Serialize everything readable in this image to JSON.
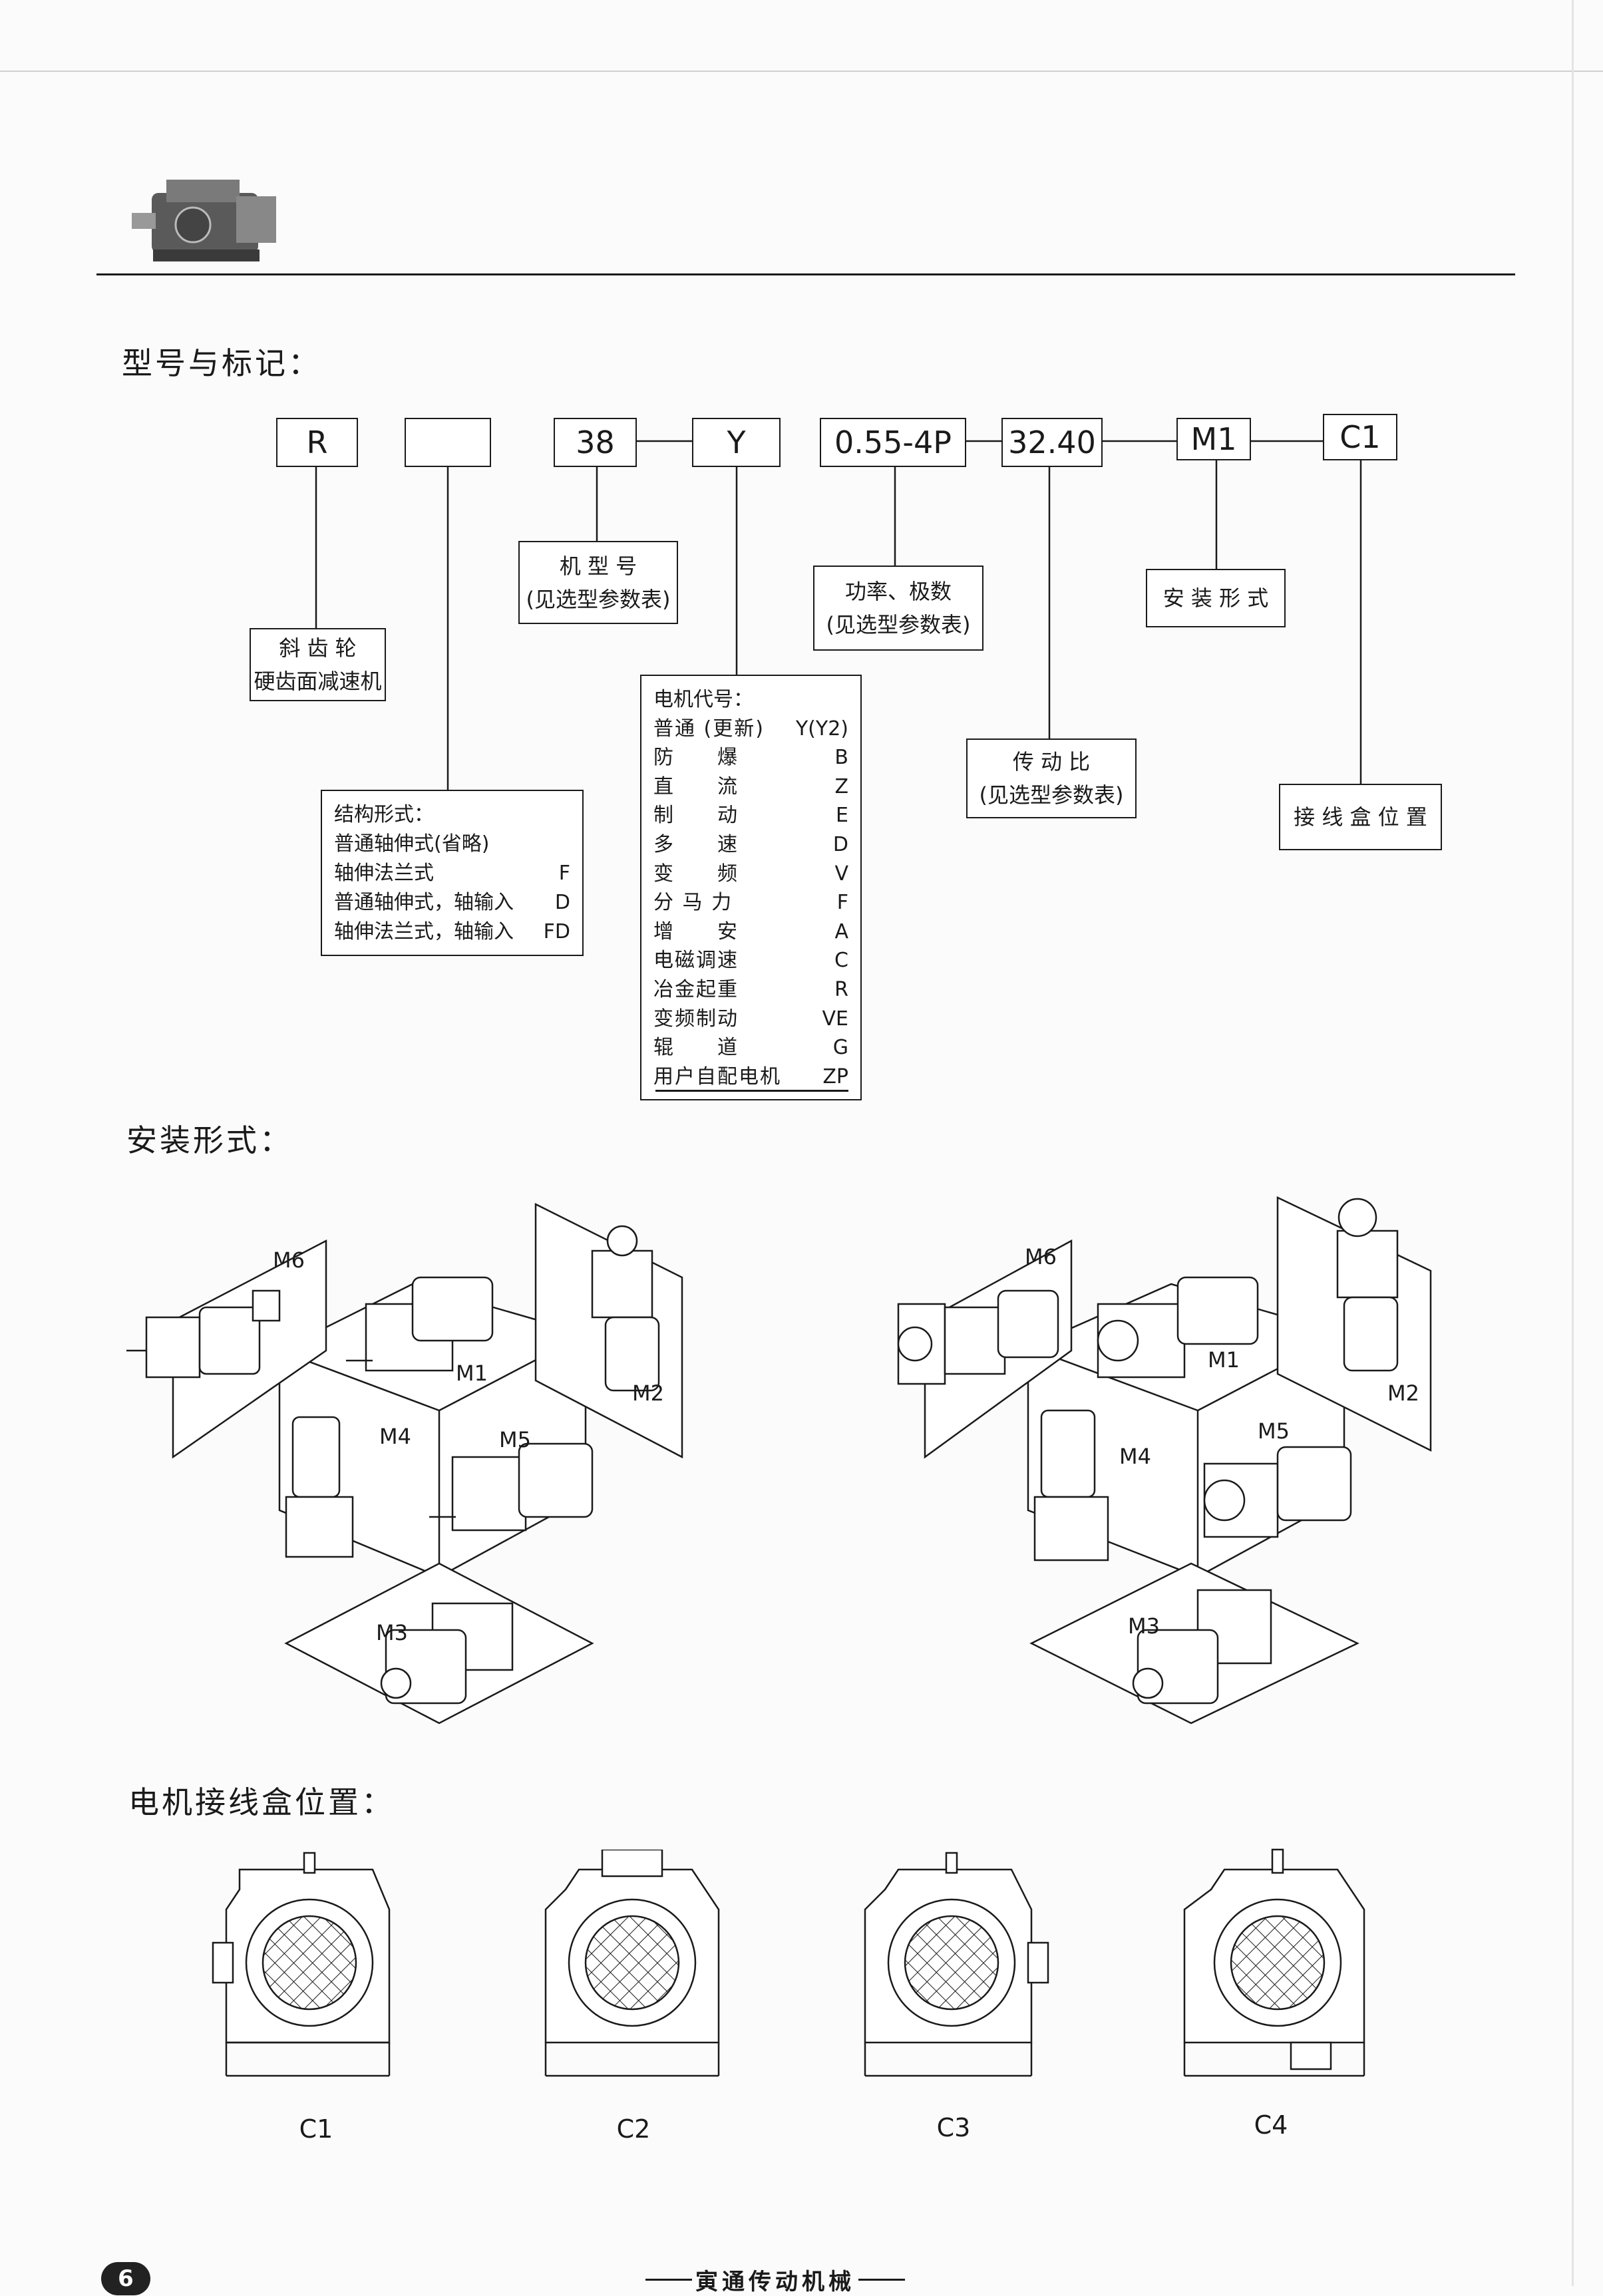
{
  "sections": {
    "model_title": "型号与标记：",
    "mounting_title": "安装形式：",
    "terminal_title": "电机接线盒位置："
  },
  "code_boxes": [
    "R",
    "",
    "38",
    "Y",
    "0.55-4P",
    "32.40",
    "M1",
    "C1"
  ],
  "labels": {
    "helical": [
      "斜 齿 轮",
      "硬齿面减速机"
    ],
    "frame": [
      "机 型 号",
      "(见选型参数表)"
    ],
    "power": [
      "功率、极数",
      "(见选型参数表)"
    ],
    "mounting": "安 装 形 式",
    "ratio": [
      "传 动 比",
      "(见选型参数表)"
    ],
    "terminal": "接 线 盒 位 置"
  },
  "structure": {
    "title": "结构形式：",
    "rows": [
      {
        "name": "普通轴伸式(省略)",
        "code": ""
      },
      {
        "name": "轴伸法兰式",
        "code": "F"
      },
      {
        "name": "普通轴伸式，轴输入",
        "code": "D"
      },
      {
        "name": "轴伸法兰式，轴输入",
        "code": "FD"
      }
    ]
  },
  "motor": {
    "title": "电机代号：",
    "rows": [
      {
        "name": "普通 (更新)",
        "code": "Y(Y2)"
      },
      {
        "name": "防　　爆",
        "code": "B"
      },
      {
        "name": "直　　流",
        "code": "Z"
      },
      {
        "name": "制　　动",
        "code": "E"
      },
      {
        "name": "多　　速",
        "code": "D"
      },
      {
        "name": "变　　频",
        "code": "V"
      },
      {
        "name": "分 马 力",
        "code": "F"
      },
      {
        "name": "增　　安",
        "code": "A"
      },
      {
        "name": "电磁调速",
        "code": "C"
      },
      {
        "name": "冶金起重",
        "code": "R"
      },
      {
        "name": "变频制动",
        "code": "VE"
      },
      {
        "name": "辊　　道",
        "code": "G"
      },
      {
        "name": "用户自配电机",
        "code": "ZP"
      }
    ]
  },
  "mounting_positions": [
    "M1",
    "M2",
    "M3",
    "M4",
    "M5",
    "M6"
  ],
  "terminal_positions": [
    "C1",
    "C2",
    "C3",
    "C4"
  ],
  "footer": {
    "page_number": "6",
    "company": "寅通传动机械"
  }
}
